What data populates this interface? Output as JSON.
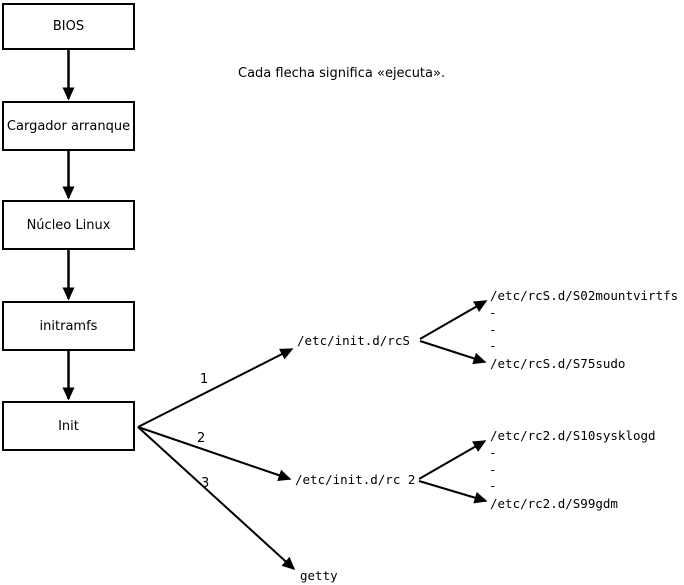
{
  "note": "Cada flecha significa «ejecuta».",
  "colors": {
    "background": "#ffffff",
    "ink": "#000000"
  },
  "boxes": [
    "BIOS",
    "Cargador arranque",
    "Núcleo Linux",
    "initramfs",
    "Init"
  ],
  "edge_labels": {
    "one": "1",
    "two": "2",
    "three": "3"
  },
  "scripts": {
    "rcS": "/etc/init.d/rcS",
    "rc2": "/etc/init.d/rc 2",
    "getty": "getty"
  },
  "rcS_items": {
    "first": "/etc/rcS.d/S02mountvirtfs",
    "dash": "-",
    "last": "/etc/rcS.d/S75sudo"
  },
  "rc2_items": {
    "first": "/etc/rc2.d/S10sysklogd",
    "dash": "-",
    "last": "/etc/rc2.d/S99gdm"
  }
}
